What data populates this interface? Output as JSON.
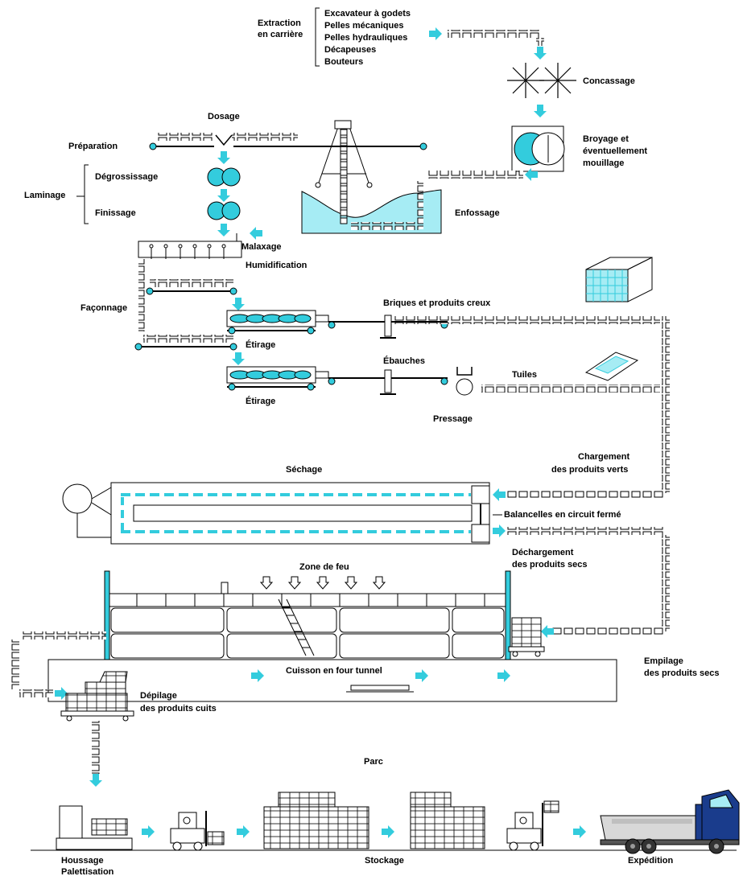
{
  "extraction": {
    "title_line1": "Extraction",
    "title_line2": "en carrière",
    "machines": [
      "Excavateur à godets",
      "Pelles mécaniques",
      "Pelles hydrauliques",
      "Décapeuses",
      "Bouteurs"
    ]
  },
  "steps": {
    "concassage": "Concassage",
    "broyage_line1": "Broyage et",
    "broyage_line2": "éventuellement",
    "broyage_line3": "mouillage",
    "dosage": "Dosage",
    "preparation": "Préparation",
    "enfossage": "Enfossage",
    "laminage": "Laminage",
    "degrossissage": "Dégrossissage",
    "finissage": "Finissage",
    "malaxage": "Malaxage",
    "humidification": "Humidification",
    "faconnage": "Façonnage",
    "briques": "Briques et produits creux",
    "etirage1": "Étirage",
    "ebauches": "Ébauches",
    "tuiles": "Tuiles",
    "etirage2": "Étirage",
    "pressage": "Pressage",
    "chargement_line1": "Chargement",
    "chargement_line2": "des produits verts",
    "sechage": "Séchage",
    "balancelles": "Balancelles en circuit fermé",
    "dechargement_line1": "Déchargement",
    "dechargement_line2": "des produits secs",
    "zone_feu": "Zone de feu",
    "cuisson": "Cuisson en four tunnel",
    "empilage_line1": "Empilage",
    "empilage_line2": "des produits secs",
    "depilage_line1": "Dépilage",
    "depilage_line2": "des produits cuits",
    "parc": "Parc",
    "houssage_line1": "Houssage",
    "houssage_line2": "Palettisation",
    "stockage": "Stockage",
    "expedition": "Expédition"
  },
  "colors": {
    "accent": "#33ccdd",
    "accent_light": "#a6ecf4",
    "truck": "#1a3c8c",
    "line": "#000000"
  }
}
